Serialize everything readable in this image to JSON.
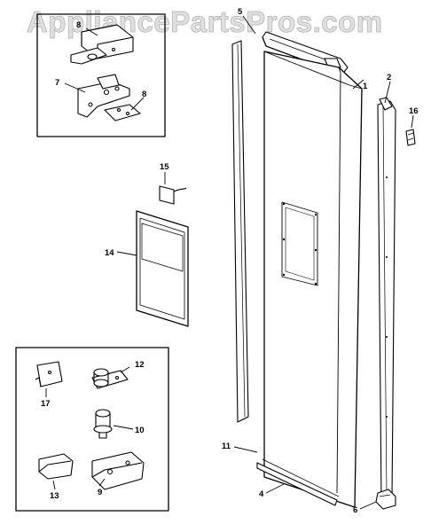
{
  "watermark": "AppliancePartsPros.com",
  "callouts": {
    "c1": "1",
    "c2": "2",
    "c4": "4",
    "c5": "5",
    "c6": "6",
    "c7": "7",
    "c8a": "8",
    "c8b": "8",
    "c9": "9",
    "c10": "10",
    "c11": "11",
    "c12": "12",
    "c13": "13",
    "c14": "14",
    "c15": "15",
    "c16": "16",
    "c17": "17"
  },
  "colors": {
    "line": "#000000",
    "paper": "#ffffff",
    "watermark": "#bdbdbd"
  }
}
